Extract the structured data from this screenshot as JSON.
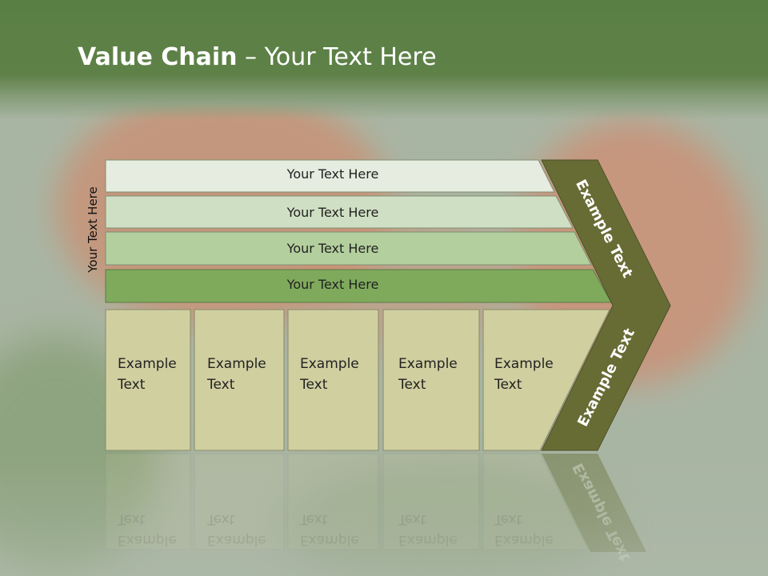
{
  "slide": {
    "title_bold": "Value Chain",
    "title_rest": " – Your Text Here",
    "side_label": "Your Text Here",
    "rows": [
      "Your Text Here",
      "Your Text Here",
      "Your Text Here",
      "Your Text Here"
    ],
    "cells": [
      {
        "line1": "Example",
        "line2": "Text"
      },
      {
        "line1": "Example",
        "line2": "Text"
      },
      {
        "line1": "Example",
        "line2": "Text"
      },
      {
        "line1": "Example",
        "line2": "Text"
      },
      {
        "line1": "Example",
        "line2": "Text"
      }
    ],
    "chevron_top": "Example Text",
    "chevron_bottom": "Example Text"
  },
  "colors": {
    "header": "#5e8148",
    "row1": "#e6ecdf",
    "row2": "#cfdfc3",
    "row3": "#b3cf9d",
    "row4": "#7faa5c",
    "cell": "#cfcfa0",
    "chevron": "#676c35"
  }
}
